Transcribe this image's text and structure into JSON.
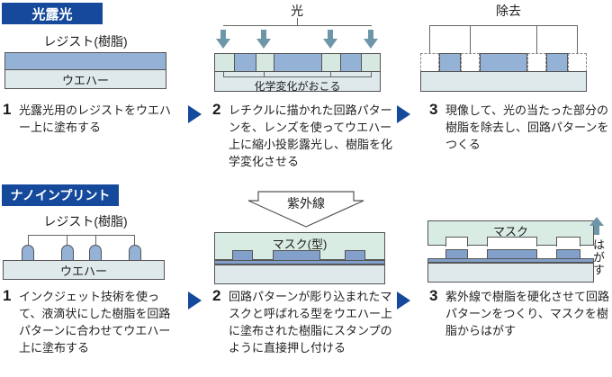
{
  "colors": {
    "header_bg": "#15499b",
    "header_text": "#ffffff",
    "resist_blue": "#94b1d6",
    "resist_deep": "#82a0ca",
    "wafer_fill": "#dfe9eb",
    "mask_fill": "#d9ece4",
    "exposed_fill": "#d6e8e0",
    "arrow_teal": "#6e96a9",
    "outline": "#555555",
    "text": "#222222"
  },
  "icons": {
    "step_arrow": "right-triangle",
    "light_arrow": "down-block-arrow",
    "uv_arrow": "wide-down-outline-arrow",
    "peel_arrow": "up-block-arrow"
  },
  "photolithography": {
    "header": "光露光",
    "diagrams": {
      "coat": {
        "resist_label": "レジスト(樹脂)",
        "wafer_label": "ウエハー"
      },
      "expose": {
        "light_label": "光",
        "change_label": "化学変化がおこる"
      },
      "develop": {
        "remove_label": "除去"
      }
    },
    "steps": [
      {
        "num": "1",
        "text": "光露光用のレジストをウエハー上に塗布する"
      },
      {
        "num": "2",
        "text": "レチクルに描かれた回路パターンを、レンズを使ってウエハー上に縮小投影露光し、樹脂を化学変化させる"
      },
      {
        "num": "3",
        "text": "現像して、光の当たった部分の樹脂を除去し、回路パターンをつくる"
      }
    ]
  },
  "nanoimprint": {
    "header": "ナノインプリント",
    "diagrams": {
      "dispense": {
        "resist_label": "レジスト(樹脂)",
        "wafer_label": "ウエハー"
      },
      "press": {
        "uv_label": "紫外線",
        "mask_label": "マスク(型)"
      },
      "release": {
        "mask_label": "マスク",
        "peel_label": "はがす"
      }
    },
    "steps": [
      {
        "num": "1",
        "text": "インクジェット技術を使って、液滴状にした樹脂を回路パターンに合わせてウエハー上に塗布する"
      },
      {
        "num": "2",
        "text": "回路パターンが彫り込まれたマスクと呼ばれる型をウエハー上に塗布された樹脂にスタンプのように直接押し付ける"
      },
      {
        "num": "3",
        "text": "紫外線で樹脂を硬化させて回路パターンをつくり、マスクを樹脂からはがす"
      }
    ]
  }
}
